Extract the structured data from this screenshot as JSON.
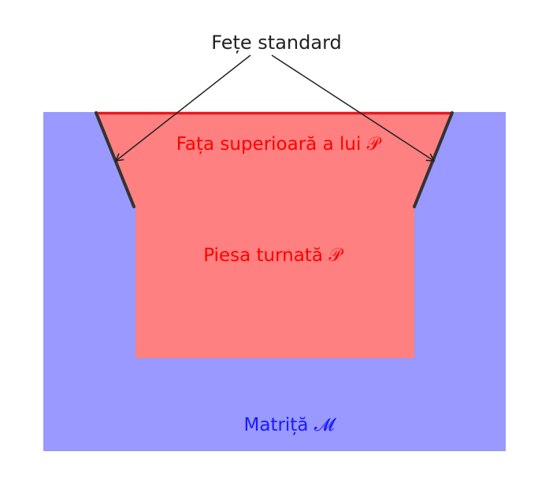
{
  "diagram": {
    "callout_label": "Fețe standard",
    "top_face_label": "Fața superioară a lui 𝒫",
    "casting_label": "Piesa turnată 𝒫",
    "mold_label": "Matriță 𝓜"
  },
  "colors": {
    "mold": "#9999ff",
    "casting": "#ff8080",
    "top_edge": "#e8191e",
    "side_faces": "#333333",
    "red_text": "#ff0000",
    "blue_text": "#1a1aff",
    "callout_text": "#222222",
    "arrows": "#222222"
  }
}
